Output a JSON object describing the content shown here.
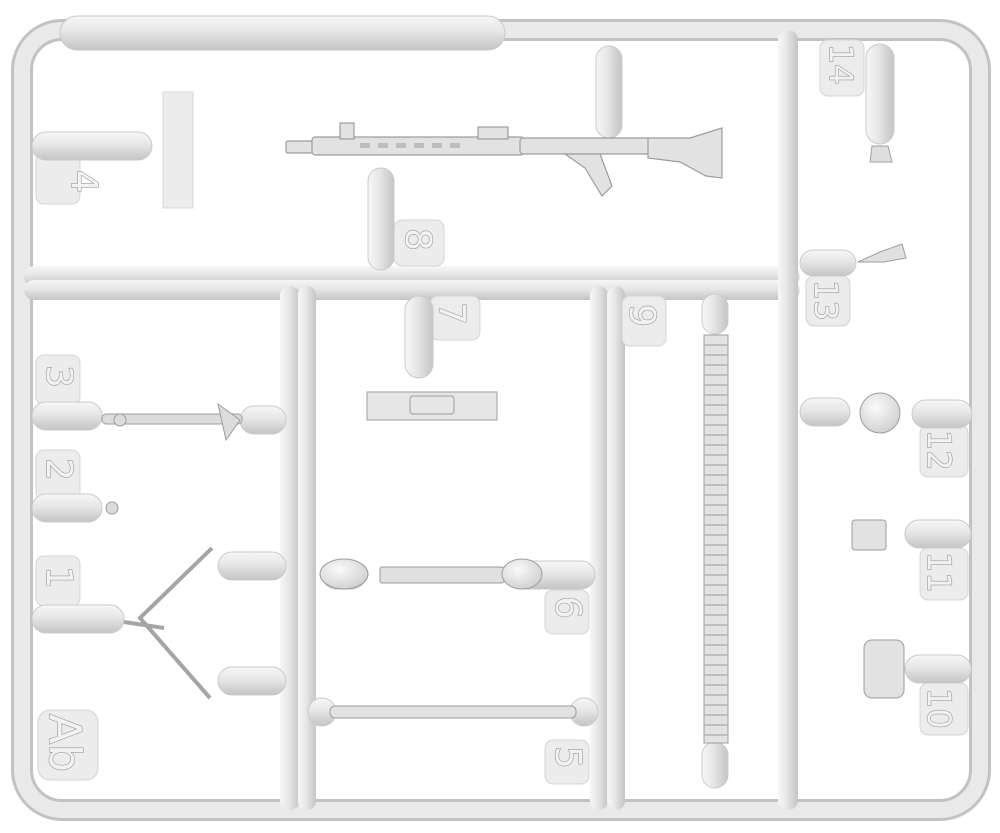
{
  "image": {
    "subject": "plastic model kit sprue",
    "sprue_code": "Ab",
    "background_color": "#ffffff",
    "plastic_color": "#e4e4e4",
    "shadow_color": "#c9c9c9",
    "label_color": "#f4f4f4"
  },
  "part_numbers": {
    "p1": "1",
    "p2": "2",
    "p3": "3",
    "p4": "4",
    "p5": "5",
    "p6": "6",
    "p7": "7",
    "p8": "8",
    "p9": "9",
    "p10": "10",
    "p11": "11",
    "p12": "12",
    "p13": "13",
    "p14": "14"
  }
}
